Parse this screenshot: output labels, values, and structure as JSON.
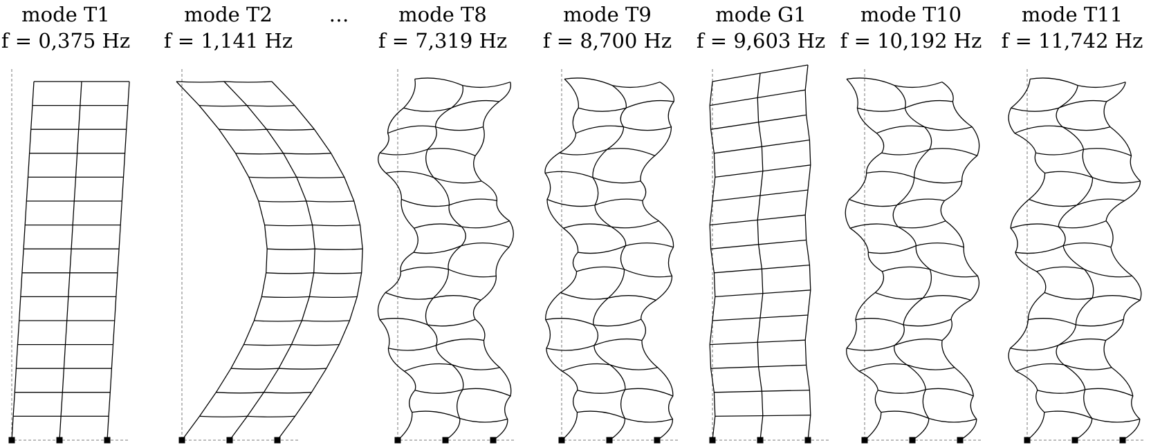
{
  "colors": {
    "line": "#000000",
    "axis": "#777777",
    "background": "#ffffff"
  },
  "ellipsis": "…",
  "modes": [
    {
      "label": "mode T1",
      "freq": "f = 0,375 Hz",
      "kind": "sway",
      "order": 1
    },
    {
      "label": "mode T2",
      "freq": "f = 1,141 Hz",
      "kind": "sway",
      "order": 2
    },
    {
      "label": "mode T8",
      "freq": "f = 7,319 Hz",
      "kind": "sway",
      "order": 8
    },
    {
      "label": "mode T9",
      "freq": "f = 8,700 Hz",
      "kind": "sway",
      "order": 9
    },
    {
      "label": "mode G1",
      "freq": "f = 9,603 Hz",
      "kind": "global",
      "order": 1
    },
    {
      "label": "mode T10",
      "freq": "f = 10,192 Hz",
      "kind": "sway",
      "order": 10
    },
    {
      "label": "mode T11",
      "freq": "f = 11,742 Hz",
      "kind": "sway",
      "order": 11
    }
  ],
  "frame": {
    "storeys": 15,
    "bays": 2,
    "supports": 3
  }
}
